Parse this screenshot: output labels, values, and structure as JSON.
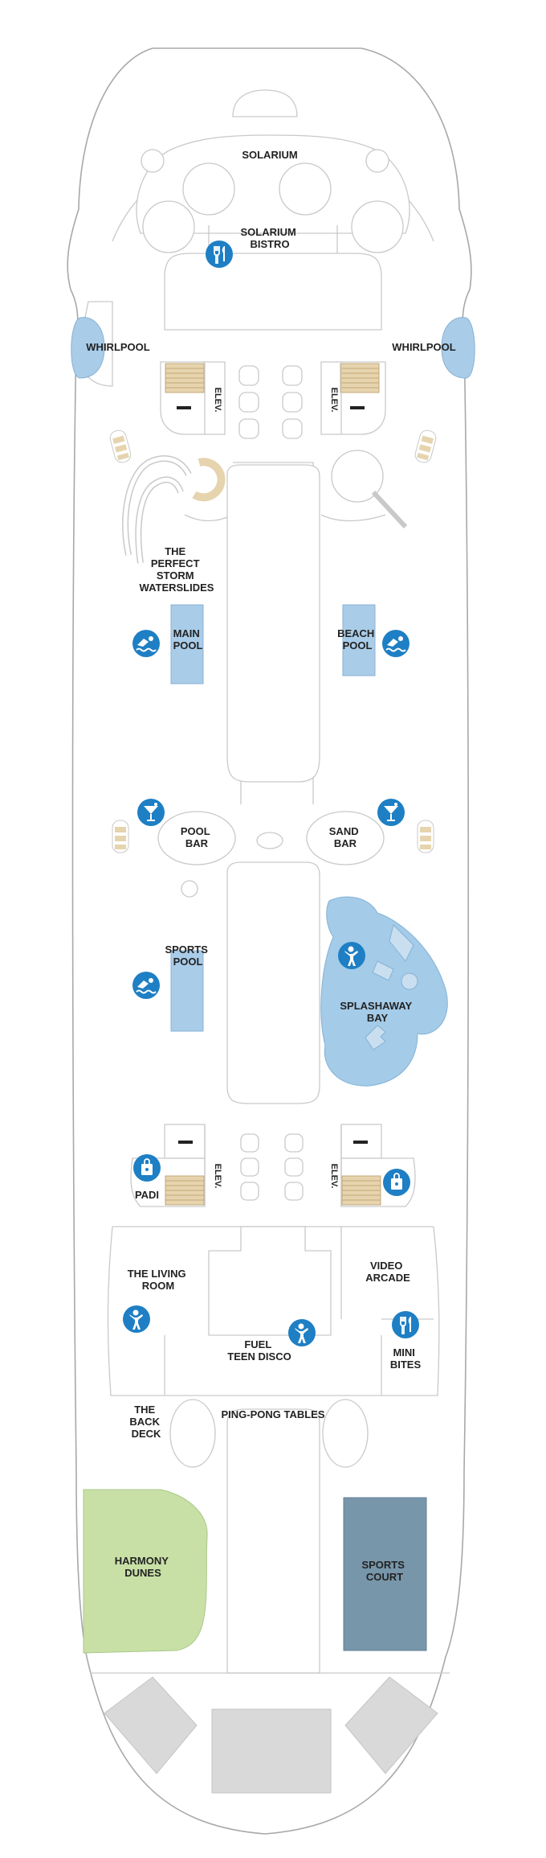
{
  "labels": {
    "solarium": "SOLARIUM",
    "solarium_bistro": [
      "SOLARIUM",
      "BISTRO"
    ],
    "whirlpool_left": "WHIRLPOOL",
    "whirlpool_right": "WHIRLPOOL",
    "elev_fwd_left": "ELEV.",
    "elev_fwd_right": "ELEV.",
    "perfect_storm": [
      "THE",
      "PERFECT",
      "STORM",
      "WATERSLIDES"
    ],
    "main_pool": [
      "MAIN",
      "POOL"
    ],
    "beach_pool": [
      "BEACH",
      "POOL"
    ],
    "pool_bar": [
      "POOL",
      "BAR"
    ],
    "sand_bar": [
      "SAND",
      "BAR"
    ],
    "sports_pool": [
      "SPORTS",
      "POOL"
    ],
    "splashaway_bay": [
      "SPLASHAWAY",
      "BAY"
    ],
    "padi": "PADI",
    "elev_aft_left": "ELEV.",
    "elev_aft_right": "ELEV.",
    "living_room": [
      "THE LIVING",
      "ROOM"
    ],
    "video_arcade": [
      "VIDEO",
      "ARCADE"
    ],
    "fuel_teen_disco": [
      "FUEL",
      "TEEN DISCO"
    ],
    "mini_bites": [
      "MINI",
      "BITES"
    ],
    "back_deck": [
      "THE",
      "BACK",
      "DECK"
    ],
    "ping_pong": "PING-PONG TABLES",
    "harmony_dunes": [
      "HARMONY",
      "DUNES"
    ],
    "sports_court": [
      "SPORTS",
      "COURT"
    ]
  },
  "icons": [
    {
      "name": "dining-icon",
      "glyph": "utensils"
    },
    {
      "name": "swimming-icon",
      "glyph": "swimmer"
    },
    {
      "name": "bar-icon",
      "glyph": "cocktail"
    },
    {
      "name": "kids-icon",
      "glyph": "child"
    },
    {
      "name": "shop-icon",
      "glyph": "shopping-bag"
    }
  ],
  "colors": {
    "icon_blue": "#1e7fc4",
    "pool_blue": "#a9cce8",
    "splash_blue": "#a4cbe8",
    "dunes_green": "#c8e0a6",
    "court_slate": "#7896aa",
    "stairs_tan": "#e6d4ae",
    "grey_block": "#d9d9d9",
    "wall_grey": "#c9c9c9"
  }
}
